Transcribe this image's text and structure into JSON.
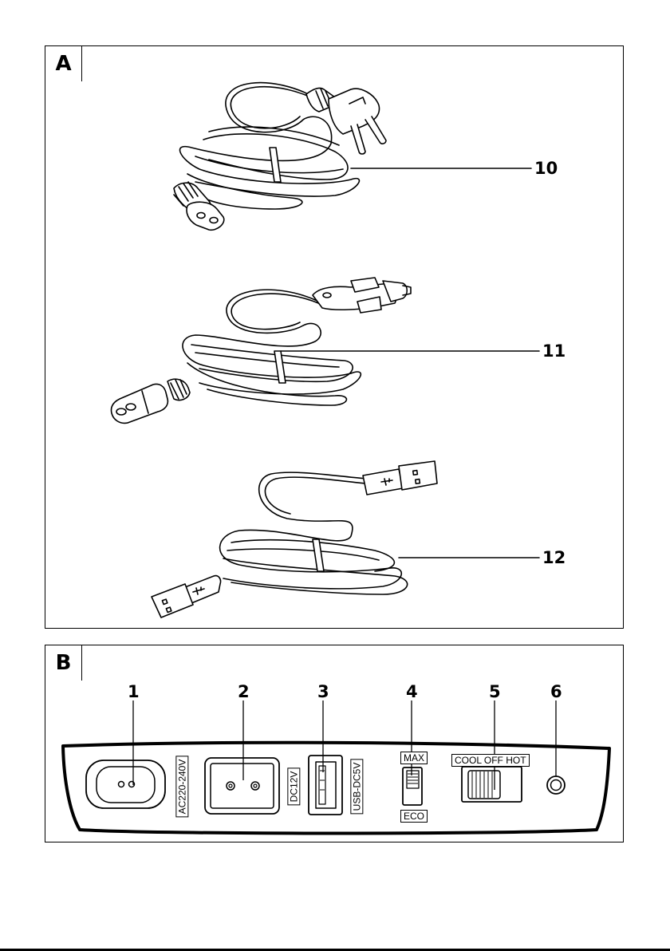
{
  "panel_a": {
    "tag": "A",
    "callouts": [
      {
        "id": "10",
        "label": "10",
        "item": "mains power cable"
      },
      {
        "id": "11",
        "label": "11",
        "item": "car adapter cable"
      },
      {
        "id": "12",
        "label": "12",
        "item": "usb cable"
      }
    ]
  },
  "panel_b": {
    "tag": "B",
    "callouts": [
      "1",
      "2",
      "3",
      "4",
      "5",
      "6"
    ],
    "labels": {
      "ac": "AC220-240V",
      "dc": "DC12V",
      "usb": "USB-DC5V",
      "max": "MAX",
      "eco": "ECO",
      "mode": "COOL OFF HOT"
    }
  }
}
